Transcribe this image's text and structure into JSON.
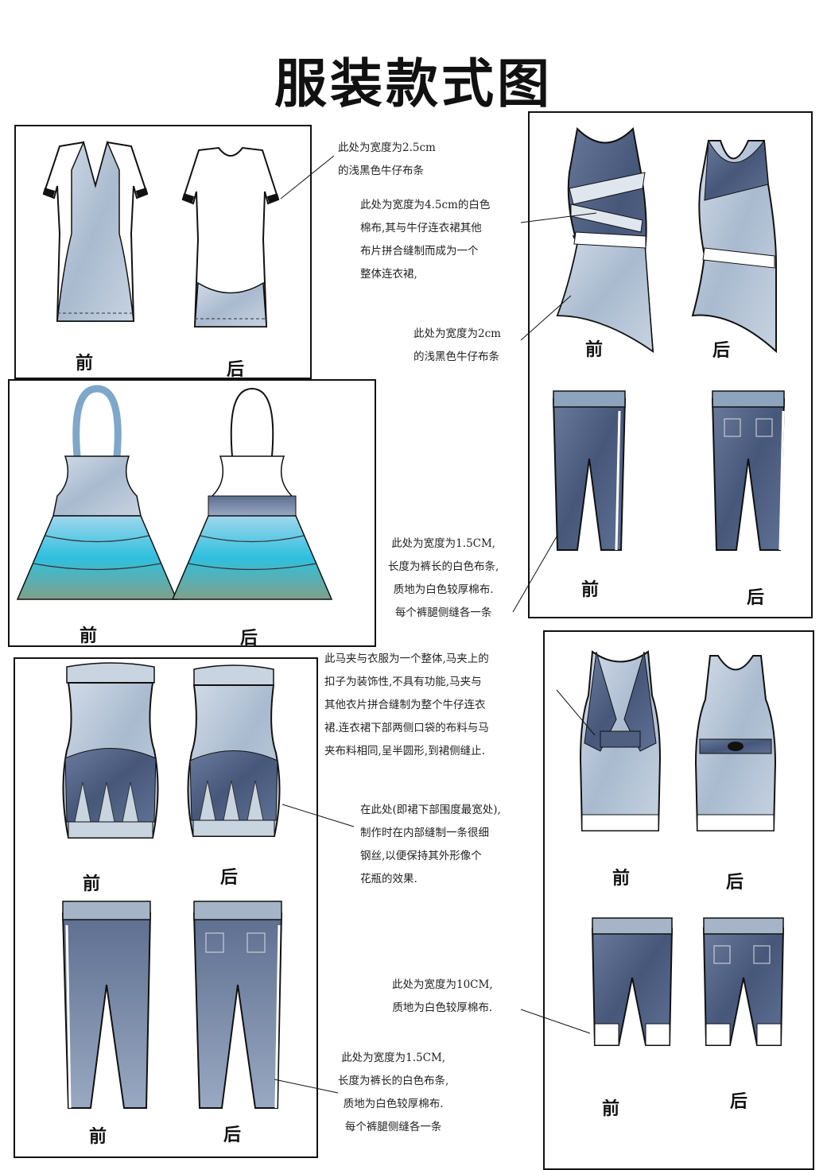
{
  "title": "服装款式图",
  "panels": {
    "p1": {
      "front": "前",
      "back": "后"
    },
    "p2": {
      "front": "前",
      "back": "后",
      "pants_front": "前",
      "pants_back": "后"
    },
    "p3": {
      "front": "前",
      "back": "后"
    },
    "p4": {
      "front": "前",
      "back": "后",
      "pants_front": "前",
      "pants_back": "后"
    },
    "p5": {
      "front": "前",
      "back": "后",
      "pants_front": "前",
      "pants_back": "后"
    }
  },
  "notes": {
    "n1": "此处为宽度为2.5cm\n的浅黑色牛仔布条",
    "n2": "此处为宽度为4.5cm的白色\n棉布,其与牛仔连衣裙其他\n布片拼合缝制而成为一个\n整体连衣裙,",
    "n3": "此处为宽度为2cm\n的浅黑色牛仔布条",
    "n4": "此处为宽度为1.5CM,\n长度为裤长的白色布条,\n质地为白色较厚棉布.\n每个裤腿侧缝各一条",
    "n5": "此马夹与衣服为一个整体,马夹上的\n扣子为装饰性,不具有功能,马夹与\n其他衣片拼合缝制为整个牛仔连衣\n裙.连衣裙下部两侧口袋的布料与马\n夹布料相同,呈半圆形,到裙侧缝止.",
    "n6": "在此处(即裙下部围度最宽处),\n制作时在内部缝制一条很细\n钢丝,以便保持其外形像个\n花瓶的效果.",
    "n7": "此处为宽度为10CM,\n质地为白色较厚棉布.",
    "n8": "此处为宽度为1.5CM,\n长度为裤长的白色布条,\n质地为白色较厚棉布.\n每个裤腿侧缝各一条"
  },
  "colors": {
    "denim_light": "#b9c8d8",
    "denim_mid": "#8ea3bd",
    "denim_dark": "#4e5f80",
    "cyan": "#36c3df",
    "white_fabric": "#ffffff",
    "ink": "#111111"
  }
}
